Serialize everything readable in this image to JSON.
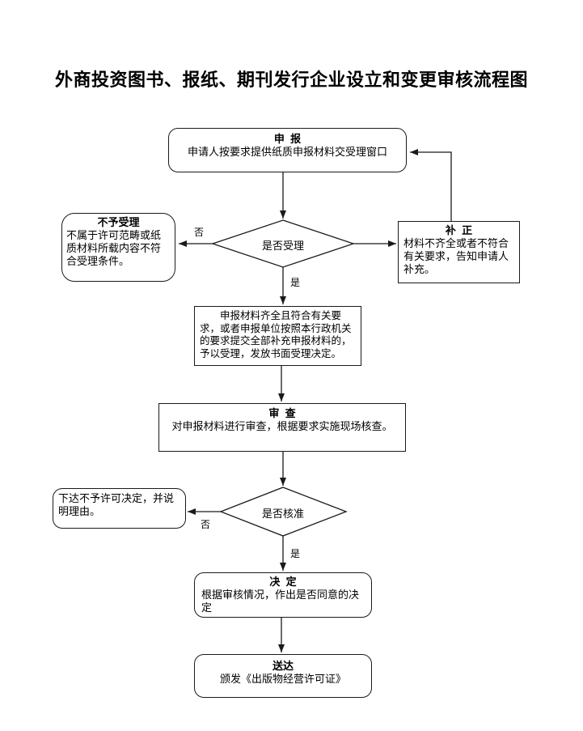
{
  "page": {
    "title": "外商投资图书、报纸、期刊发行企业设立和变更审核流程图"
  },
  "flowchart": {
    "shenbao": {
      "title": "申  报",
      "body": "申请人按要求提供纸质申报材料交受理窗口"
    },
    "decision_shouli": {
      "label": "是否受理",
      "no": "否",
      "yes": "是"
    },
    "buyu_shouli": {
      "title": "不予受理",
      "body": "不属于许可范畴或纸质材料所载内容不符合受理条件。"
    },
    "buzheng": {
      "title": "补  正",
      "body": "材料不齐全或者不符合有关要求，告知申请人补充。"
    },
    "shouli_jueding": {
      "body": "申报材料齐全且符合有关要求，或者申报单位按照本行政机关的要求提交全部补充申报材料的，予以受理，发放书面受理决定。"
    },
    "shencha": {
      "title": "审  查",
      "body": "对申报材料进行审查，根据要求实施现场核查。"
    },
    "decision_hezhun": {
      "label": "是否核准",
      "no": "否",
      "yes": "是"
    },
    "xiada": {
      "body": "下达不予许可决定，并说明理由。"
    },
    "jueding": {
      "title": "决  定",
      "body": "根据审核情况，作出是否同意的决定"
    },
    "songda": {
      "title": "送达",
      "body": "颁发《出版物经营许可证》"
    }
  },
  "colors": {
    "line": "#1a1a1a",
    "text": "#000000",
    "background": "#ffffff"
  }
}
